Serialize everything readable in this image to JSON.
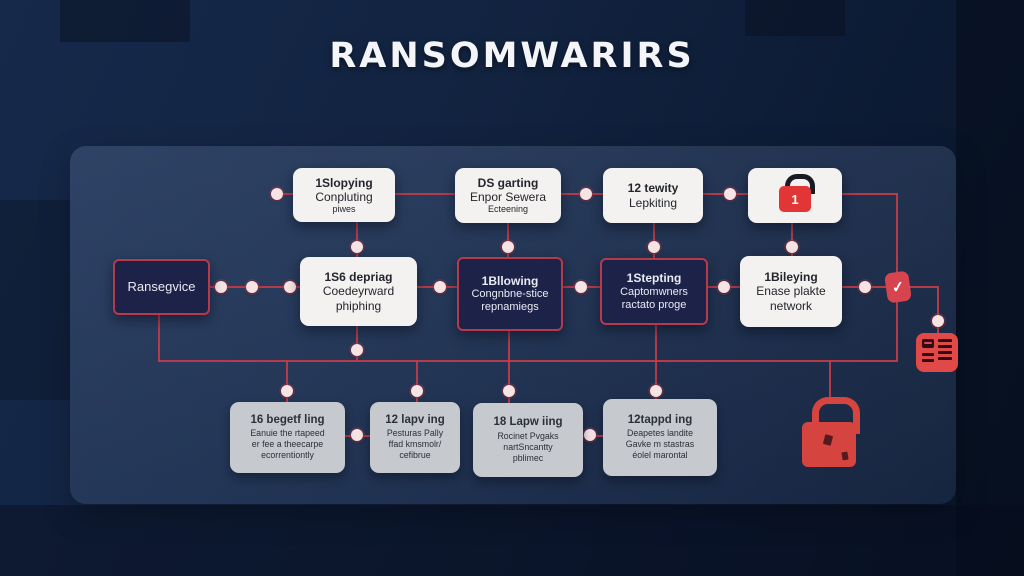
{
  "title": "RANSOMWARIRS",
  "colors": {
    "background": "#122340",
    "panel": "rgba(98,122,162,0.33)",
    "line": "#c23c49",
    "node_light": "#f4f2f0",
    "node_dark": "#1d2248",
    "node_dark_border": "#b8394b",
    "node_gray": "#c6c9ce",
    "lock_red": "#e23636",
    "icon_red": "#d7434e"
  },
  "nodes": {
    "top": [
      {
        "lines": [
          "1Slopying",
          "Conpluting",
          "piwes"
        ]
      },
      {
        "lines": [
          "DS garting",
          "Enpor Sewera",
          "Ecteening"
        ]
      },
      {
        "lines": [
          "12 tewity",
          "Lepkiting"
        ]
      }
    ],
    "middle": [
      {
        "lines": [
          "Ransegvice"
        ]
      },
      {
        "lines": [
          "1S6 depriag",
          "Coedeyrward",
          "phiphing"
        ]
      },
      {
        "lines": [
          "1Bllowing",
          "Congnbne-stice",
          "repnamiegs"
        ]
      },
      {
        "lines": [
          "1Stepting",
          "Captomwners",
          "ractato proge"
        ]
      },
      {
        "lines": [
          "1Bileying",
          "Enase plakte",
          "network"
        ]
      }
    ],
    "bottom": [
      {
        "lines": [
          "16 begetf ling",
          "Eanuie the rtapeed",
          "er fee a theecarpe",
          "ecorrentiontly"
        ]
      },
      {
        "lines": [
          "12 lapv ing",
          "Pesturas Pally",
          "ffad kmsmolr/",
          "cefibrue"
        ]
      },
      {
        "lines": [
          "18 Lapw iing",
          "Rocinet Pvgaks",
          "nartSncantty",
          "pblimec"
        ]
      },
      {
        "lines": [
          "12tappd ing",
          "Deapetes landite",
          "Gavke m stastras",
          "éolel marontal"
        ]
      }
    ]
  },
  "icons": {
    "lock_badge": "1",
    "check_glyph": "✓"
  }
}
